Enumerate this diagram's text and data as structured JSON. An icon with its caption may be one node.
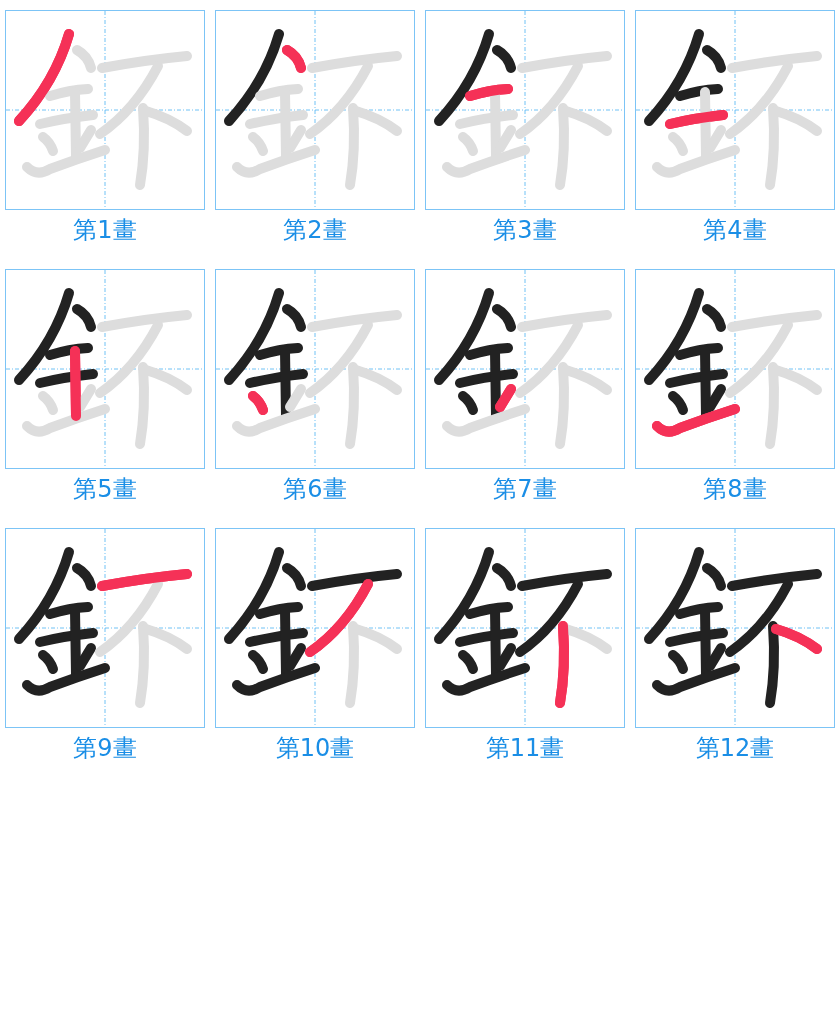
{
  "diagram": {
    "labels": [
      "第1畫",
      "第2畫",
      "第3畫",
      "第4畫",
      "第5畫",
      "第6畫",
      "第7畫",
      "第8畫",
      "第9畫",
      "第10畫",
      "第11畫",
      "第12畫"
    ]
  }
}
